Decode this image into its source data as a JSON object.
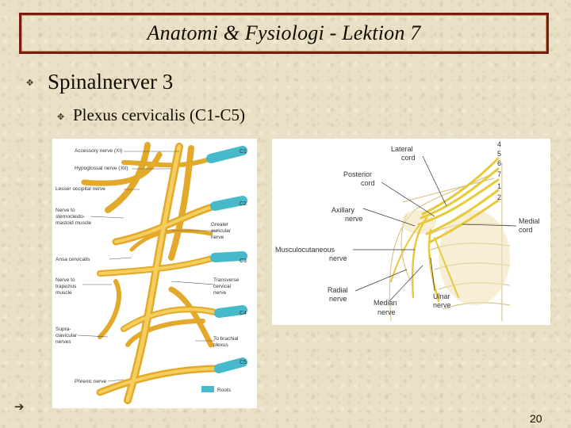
{
  "slide": {
    "title": "Anatomi & Fysiologi - Lektion 7",
    "heading": "Spinalnerver 3",
    "subheading": "Plexus cervicalis (C1-C5)",
    "page_number": "20",
    "bullet_icon": "diamond-bullet-icon",
    "arrow_icon": "right-arrow-icon"
  },
  "left_figure": {
    "labels": {
      "accessory": "Accessory nerve (XI)",
      "hypoglossal": "Hypoglossal nerve (XII)",
      "lesser_occipital": "Lesser occipital nerve",
      "scm_1": "Nerve to",
      "scm_2": "sternocleido-",
      "scm_3": "mastoid muscle",
      "greater_auricular_1": "Greater",
      "greater_auricular_2": "auricular",
      "greater_auricular_3": "nerve",
      "ansa": "Ansa cervicalis",
      "transverse_1": "Transverse",
      "transverse_2": "cervical",
      "transverse_3": "nerve",
      "trapezius_1": "Nerve to",
      "trapezius_2": "trapezius",
      "trapezius_3": "muscle",
      "supraclav_1": "Supra-",
      "supraclav_2": "clavicular",
      "supraclav_3": "nerves",
      "brachial_1": "To brachial",
      "brachial_2": "plexus",
      "phrenic": "Phrenic nerve",
      "roots": "Roots"
    },
    "roots": [
      "C1",
      "C2",
      "C3",
      "C4",
      "C5"
    ]
  },
  "right_figure": {
    "levels": [
      "4",
      "5",
      "6",
      "7",
      "1",
      "2"
    ],
    "labels": {
      "lateral_1": "Lateral",
      "lateral_2": "cord",
      "posterior_1": "Posterior",
      "posterior_2": "cord",
      "axillary_1": "Axillary",
      "axillary_2": "nerve",
      "medial_1": "Medial",
      "medial_2": "cord",
      "musculo_1": "Musculocutaneous",
      "musculo_2": "nerve",
      "radial_1": "Radial",
      "radial_2": "nerve",
      "median_1": "Median",
      "median_2": "nerve",
      "ulnar_1": "Ulnar",
      "ulnar_2": "nerve"
    }
  },
  "colors": {
    "title_border": "#7a1a14",
    "nerve": "#f3c64a",
    "root": "#4fc3d3"
  }
}
